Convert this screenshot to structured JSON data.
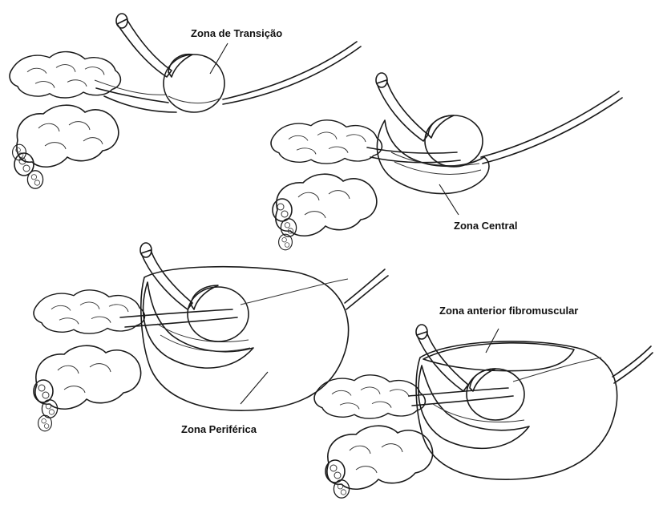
{
  "labels": {
    "transition": "Zona de Transição",
    "central": "Zona Central",
    "peripheral": "Zona Periférica",
    "anterior": "Zona anterior fibromuscular"
  },
  "colors": {
    "ink": "#1a1a1a",
    "shade_light": "#e6e6e6",
    "shade_mid": "#c9c9c9",
    "shade_dark": "#3a3a3a",
    "background": "#ffffff"
  }
}
